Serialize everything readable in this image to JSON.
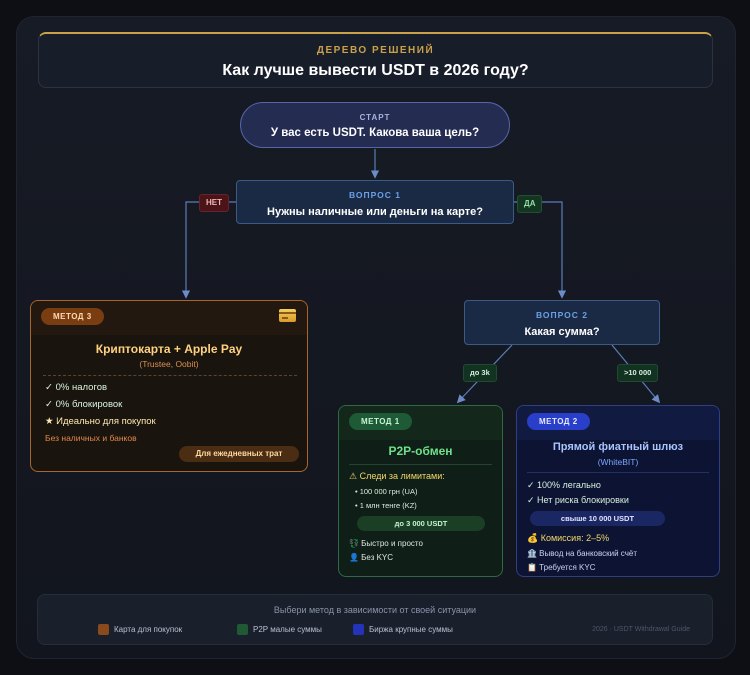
{
  "header": {
    "kicker": "ДЕРЕВО РЕШЕНИЙ",
    "title": "Как лучше вывести USDT в 2026 году?"
  },
  "start": {
    "kicker": "СТАРТ",
    "text": "У вас есть USDT. Какова ваша цель?"
  },
  "question1": {
    "kicker": "ВОПРОС 1",
    "text": "Нужны наличные или деньги на карте?",
    "no_label": "НЕТ",
    "yes_label": "ДА"
  },
  "question2": {
    "kicker": "ВОПРОС 2",
    "text": "Какая сумма?",
    "small_label": "до 3k",
    "big_label": ">10 000"
  },
  "method3": {
    "badge": "МЕТОД 3",
    "icon": "credit-card-icon",
    "title": "Криптокарта + Apple Pay",
    "subtitle": "(Trustee, Oobit)",
    "points": [
      "✓ 0% налогов",
      "✓ 0% блокировок",
      "★ Идеально для покупок"
    ],
    "warning": "Без наличных и банков",
    "footer": "Для ежедневных трат"
  },
  "method1": {
    "badge": "МЕТОД 1",
    "title": "P2P-обмен",
    "warning": "⚠ Следи за лимитами:",
    "limits": [
      "• 100 000 грн (UA)",
      "• 1 млн тенге (KZ)"
    ],
    "cap": "до 3 000 USDT",
    "features": [
      "💱 Быстро и просто",
      "👤 Без KYC"
    ]
  },
  "method2": {
    "badge": "МЕТОД 2",
    "title": "Прямой фиатный шлюз",
    "subtitle": "(WhiteBIT)",
    "points": [
      "✓ 100% легально",
      "✓ Нет риска блокировки"
    ],
    "cap": "свыше 10 000 USDT",
    "fee": "💰 Комиссия: 2–5%",
    "features": [
      "🏦 Вывод на банковский счёт",
      "📋 Требуется KYC"
    ]
  },
  "legend": {
    "hint": "Выбери метод в зависимости от своей ситуации",
    "items": [
      {
        "label": "Карта для покупок",
        "color": "#8a4a1c"
      },
      {
        "label": "P2P малые суммы",
        "color": "#1f5a34"
      },
      {
        "label": "Биржа крупные суммы",
        "color": "#2433b8"
      }
    ],
    "credit": "2026 · USDT Withdrawal Guide"
  },
  "colors": {
    "accent_gold": "#c9a14a",
    "connector": "#5a7db8"
  }
}
